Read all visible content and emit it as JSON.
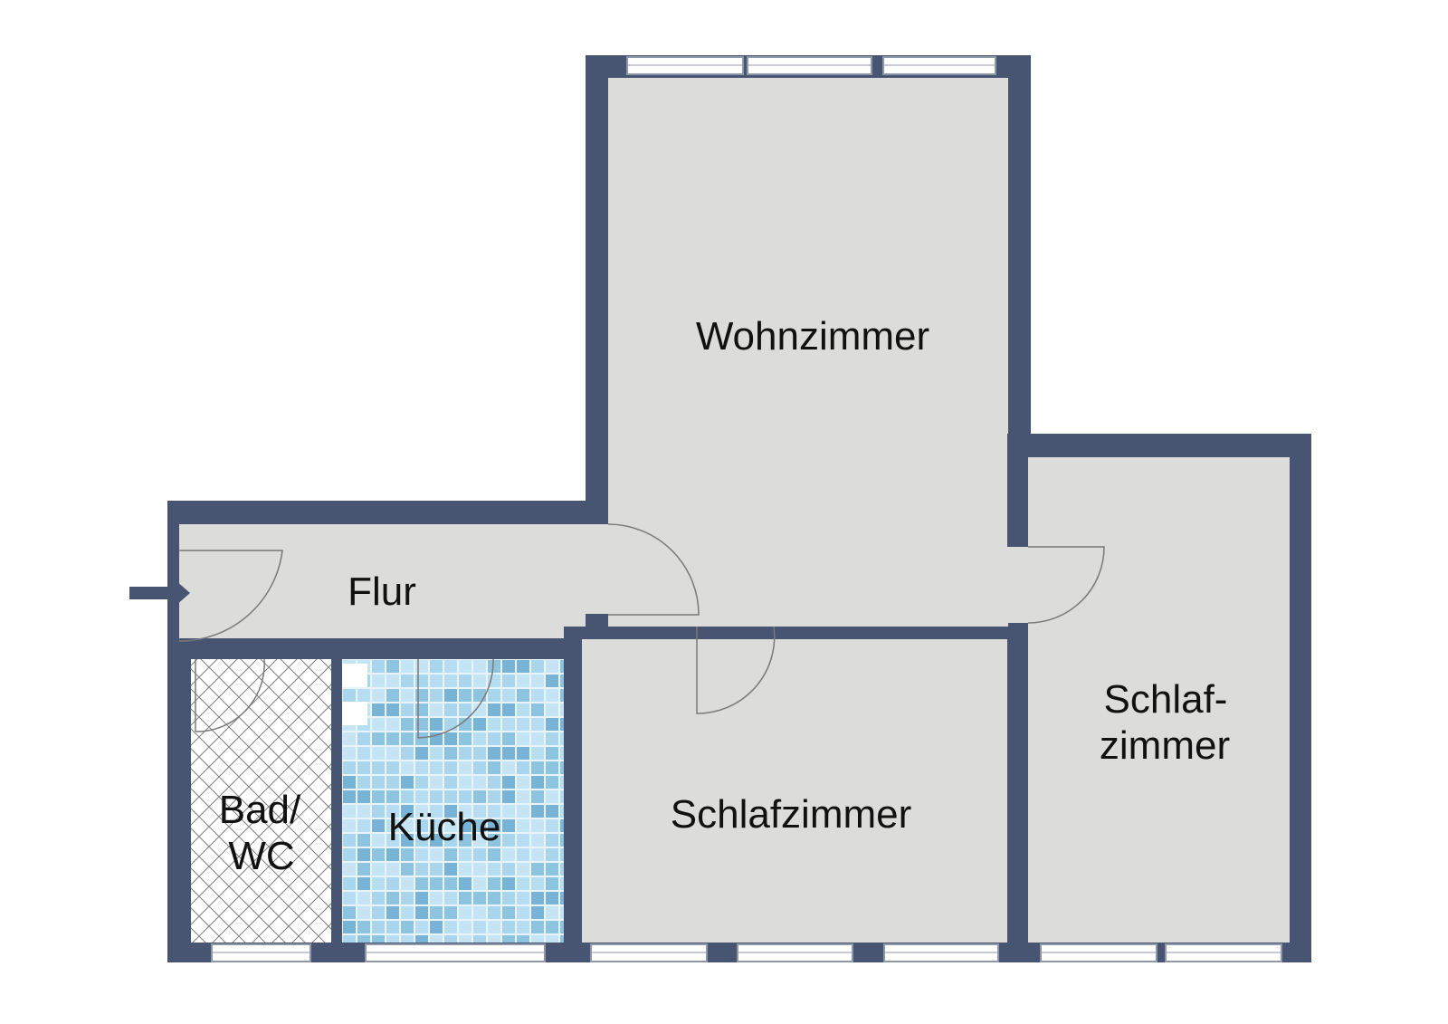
{
  "colors": {
    "wall": "#475573",
    "floor": "#dcdcdb",
    "background": "#ffffff",
    "window_frame": "#8e97a8",
    "door_line": "#7a7a7a",
    "bath_hatch": "#7f7f7f",
    "kitchen_tiles": [
      "#a9d6ec",
      "#8fc4e1",
      "#c6e5f4",
      "#79b3d6",
      "#b6ddf0"
    ]
  },
  "rooms": {
    "wohnzimmer": "Wohnzimmer",
    "flur": "Flur",
    "bad_line1": "Bad/",
    "bad_line2": "WC",
    "kueche": "Küche",
    "schlafzimmer": "Schlafzimmer",
    "schlaf2_line1": "Schlaf-",
    "schlaf2_line2": "zimmer"
  },
  "icons": {
    "entrance": "entrance-arrow-icon"
  }
}
